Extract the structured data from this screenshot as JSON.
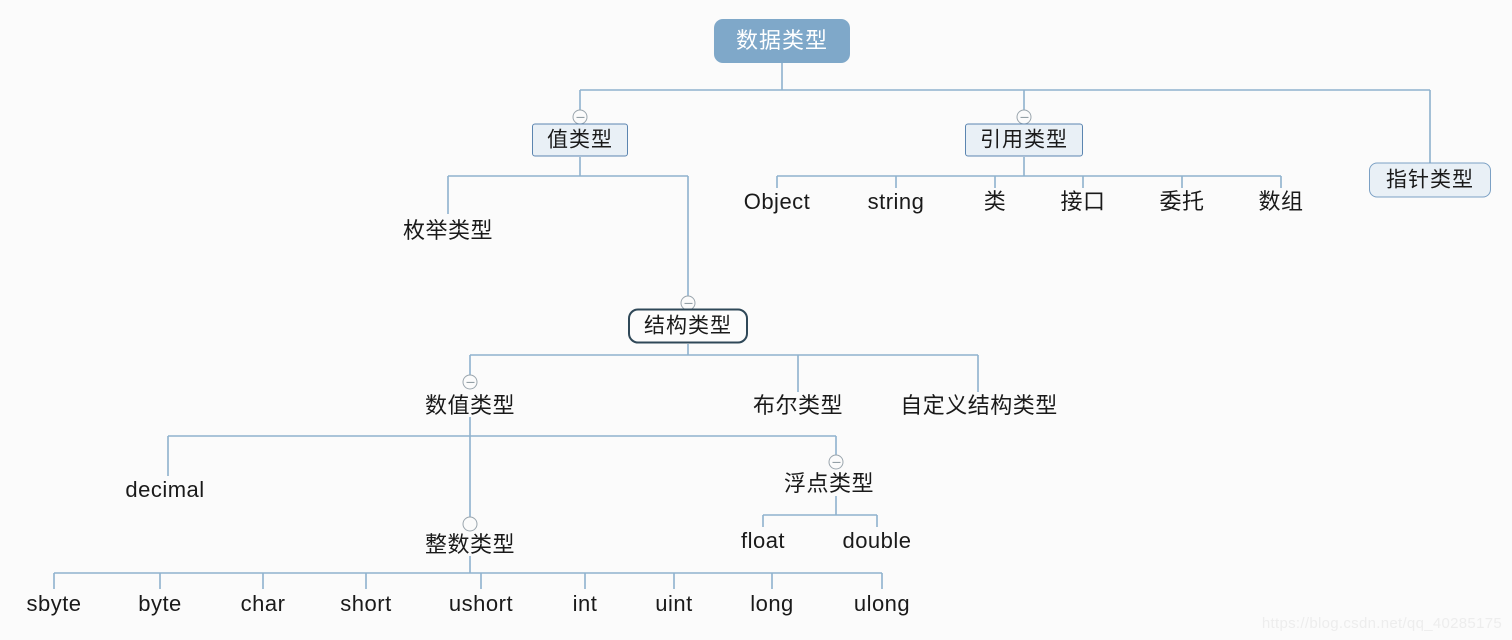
{
  "diagram": {
    "title": "数据类型",
    "type": "tree-mindmap",
    "background_color": "#fbfbfb",
    "accent_color": "#7fa8c9",
    "line_color": "#8fb2ce",
    "box_fill_color": "#e9f0f6",
    "box_border_color": "#5b85b0",
    "dark_box_border_color": "#2f4858",
    "watermark": "https://blog.csdn.net/qq_40285175"
  },
  "nodes": {
    "root": "数据类型",
    "value_type": "值类型",
    "reference_type": "引用类型",
    "pointer_type": "指针类型",
    "enum_type": "枚举类型",
    "struct_type": "结构类型",
    "numeric_type": "数值类型",
    "bool_type": "布尔类型",
    "custom_struct_type": "自定义结构类型",
    "decimal": "decimal",
    "float_type": "浮点类型",
    "integer_type": "整数类型",
    "float": "float",
    "double": "double",
    "ref_children": [
      "Object",
      "string",
      "类",
      "接口",
      "委托",
      "数组"
    ],
    "integer_children": [
      "sbyte",
      "byte",
      "char",
      "short",
      "ushort",
      "int",
      "uint",
      "long",
      "ulong"
    ]
  },
  "toggles": {
    "value_type": "collapse-minus",
    "reference_type": "collapse-minus",
    "struct_type": "collapse-minus",
    "numeric_type": "collapse-minus",
    "float_type": "collapse-minus",
    "integer_type": "expand-empty"
  },
  "chart_data": {
    "type": "table",
    "title": "数据类型",
    "tree": [
      {
        "label": "值类型",
        "children": [
          {
            "label": "枚举类型",
            "children": []
          },
          {
            "label": "结构类型",
            "children": [
              {
                "label": "数值类型",
                "children": [
                  {
                    "label": "decimal",
                    "children": []
                  },
                  {
                    "label": "整数类型",
                    "children": [
                      {
                        "label": "sbyte"
                      },
                      {
                        "label": "byte"
                      },
                      {
                        "label": "char"
                      },
                      {
                        "label": "short"
                      },
                      {
                        "label": "ushort"
                      },
                      {
                        "label": "int"
                      },
                      {
                        "label": "uint"
                      },
                      {
                        "label": "long"
                      },
                      {
                        "label": "ulong"
                      }
                    ]
                  },
                  {
                    "label": "浮点类型",
                    "children": [
                      {
                        "label": "float"
                      },
                      {
                        "label": "double"
                      }
                    ]
                  }
                ]
              },
              {
                "label": "布尔类型",
                "children": []
              },
              {
                "label": "自定义结构类型",
                "children": []
              }
            ]
          }
        ]
      },
      {
        "label": "引用类型",
        "children": [
          {
            "label": "Object"
          },
          {
            "label": "string"
          },
          {
            "label": "类"
          },
          {
            "label": "接口"
          },
          {
            "label": "委托"
          },
          {
            "label": "数组"
          }
        ]
      },
      {
        "label": "指针类型",
        "children": []
      }
    ]
  }
}
